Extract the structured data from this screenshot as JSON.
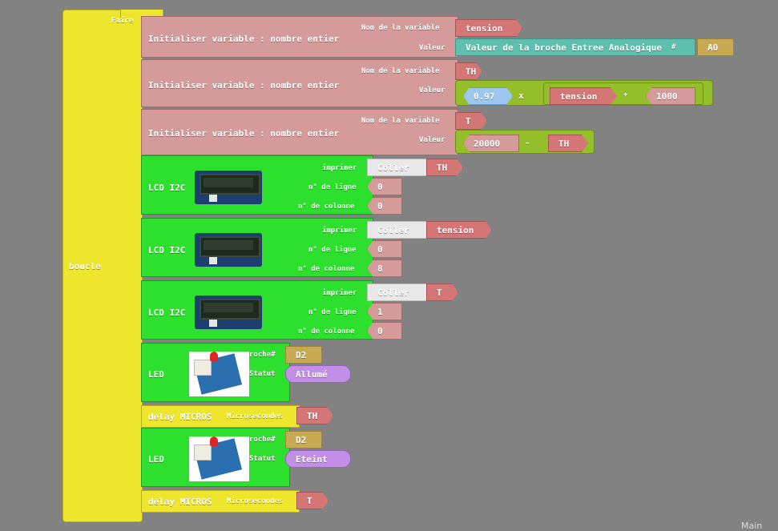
{
  "loop": {
    "label": "boucle",
    "do_label": "Faire"
  },
  "blocks": {
    "var1": {
      "title": "Initialiser variable : nombre entier",
      "name_label": "Nom de la variable",
      "name": "tension",
      "value_label": "Valeur",
      "value_block": "Valeur de la broche Entree Analogique",
      "hash": "#",
      "pin": "A0"
    },
    "var2": {
      "title": "Initialiser variable : nombre entier",
      "name_label": "Nom de la variable",
      "name": "TH",
      "value_label": "Valeur",
      "coef": "0.97",
      "op_mul": "x",
      "ref": "tension",
      "op_add": "+",
      "num": "1000"
    },
    "var3": {
      "title": "Initialiser variable : nombre entier",
      "name_label": "Nom de la variable",
      "name": "T",
      "value_label": "Valeur",
      "num": "20000",
      "op_sub": "-",
      "ref": "TH"
    },
    "lcd1": {
      "title": "LCD I2C",
      "print_label": "imprimer",
      "paste": "Coller",
      "var": "TH",
      "line_label": "n° de ligne",
      "line": "0",
      "col_label": "n° de colonne",
      "col": "0"
    },
    "lcd2": {
      "title": "LCD I2C",
      "print_label": "imprimer",
      "paste": "Coller",
      "var": "tension",
      "line_label": "n° de ligne",
      "line": "0",
      "col_label": "n° de colonne",
      "col": "8"
    },
    "lcd3": {
      "title": "LCD I2C",
      "print_label": "imprimer",
      "paste": "Coller",
      "var": "T",
      "line_label": "n° de ligne",
      "line": "1",
      "col_label": "n° de colonne",
      "col": "0"
    },
    "led1": {
      "title": "LED",
      "pin_label": "roche#",
      "pin": "D2",
      "status_label": "Statut",
      "status": "Allumé"
    },
    "delay1": {
      "title": "delay MICROS",
      "unit_label": "Microsecondes",
      "var": "TH"
    },
    "led2": {
      "title": "LED",
      "pin_label": "roche#",
      "pin": "D2",
      "status_label": "Statut",
      "status": "Eteint"
    },
    "delay2": {
      "title": "delay MICROS",
      "unit_label": "Microsecondes",
      "var": "T"
    }
  },
  "footer": {
    "main_label": "Main"
  },
  "colors": {
    "background": "#828282",
    "loop": "#ede62c",
    "variable": "#d59a9a",
    "lcd": "#2ee02e"
  }
}
